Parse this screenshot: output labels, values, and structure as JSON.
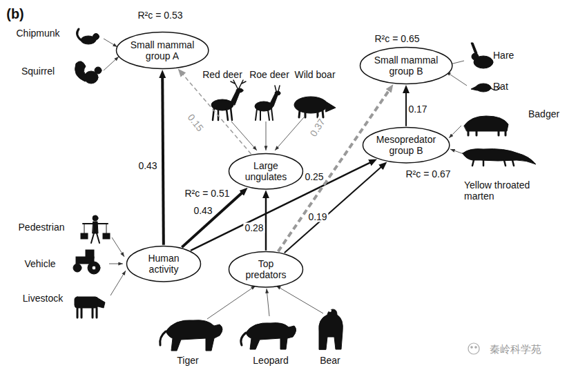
{
  "diagram": {
    "nodes": [
      {
        "text": [
          "Small mammal group A"
        ]
      },
      {
        "text": [
          "Small mammal group B"
        ]
      },
      {
        "text": [
          "Large ungulates"
        ]
      },
      {
        "text": [
          "Mesopredator group B"
        ]
      },
      {
        "text": [
          "Human activity"
        ]
      },
      {
        "text": [
          "Top predators"
        ]
      }
    ],
    "edges": [
      {
        "from": 4,
        "to": 0,
        "arrow": "to",
        "label": "0.43"
      },
      {
        "from": 2,
        "to": 0,
        "arrow": "to",
        "label": "0.15"
      },
      {
        "from": 4,
        "to": 2,
        "arrow": "to",
        "label": "0.43"
      },
      {
        "from": 4,
        "to": 3,
        "arrow": "to",
        "label": "0.25"
      },
      {
        "from": 5,
        "to": 2,
        "arrow": "to",
        "label": "0.28"
      },
      {
        "from": 5,
        "to": 1,
        "arrow": "to",
        "label": "0.37"
      },
      {
        "from": 5,
        "to": 3,
        "arrow": "to",
        "label": "0.19"
      },
      {
        "from": 3,
        "to": 1,
        "arrow": "to",
        "label": "0.17"
      }
    ],
    "labels": [
      "(b)",
      "R²c = 0.53",
      "Chipmunk",
      "Squirrel",
      "Red deer",
      "Roe deer",
      "Wild boar",
      "R²c = 0.65",
      "Hare",
      "Rat",
      "Badger",
      "R²c = 0.51",
      "R²c = 0.67",
      "Yellow throated marten",
      "Pedestrian",
      "Vehicle",
      "Livestock",
      "Tiger",
      "Leopard",
      "Bear",
      "秦岭科学苑"
    ]
  }
}
